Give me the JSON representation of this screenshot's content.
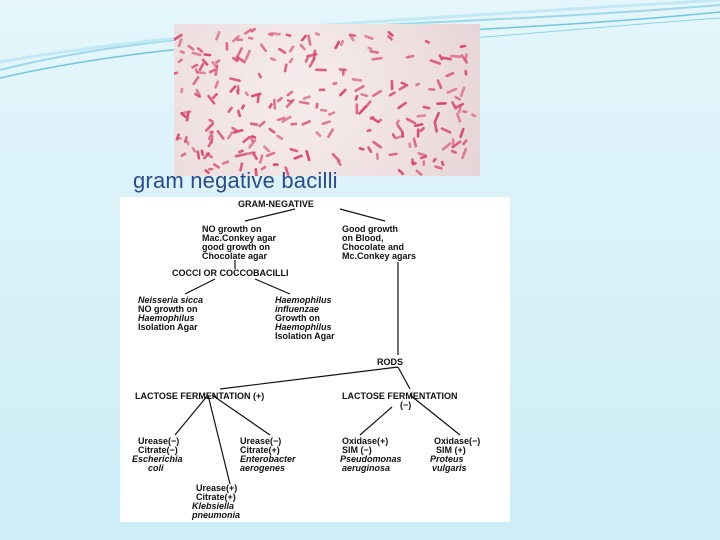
{
  "slide": {
    "caption": "gram negative bacilli"
  },
  "flowchart": {
    "root": "GRAM-NEGATIVE",
    "left_branch": [
      "NO growth on",
      "Mac.Conkey agar",
      "good growth on",
      "Chocolate agar"
    ],
    "right_branch": [
      "Good growth",
      "on Blood,",
      "Chocolate and",
      "Mc.Conkey agars"
    ],
    "cocci_label": "COCCI OR COCCOBACILLI",
    "neisseria": [
      "Neisseria sicca",
      "NO growth on",
      "Haemophilus",
      "Isolation Agar"
    ],
    "haemophilus": [
      "Haemophilus",
      "influenzae",
      "Growth on",
      "Haemophilus",
      "Isolation Agar"
    ],
    "rods": "RODS",
    "lactose_pos": "LACTOSE FERMENTATION (+)",
    "lactose_neg": "LACTOSE FERMENTATION",
    "lactose_neg_sign": "(−)",
    "ecoli": [
      "Urease(−)",
      "Citrate(−)",
      "Escherichia",
      "coli"
    ],
    "enterobacter": [
      "Urease(−)",
      "Citrate(+)",
      "Enterobacter",
      "aerogenes"
    ],
    "klebsiella": [
      "Urease(+)",
      "Citrate(+)",
      "Klebsiella",
      "pneumonia"
    ],
    "pseudomonas": [
      "Oxidase(+)",
      "SIM (−)",
      "Pseudomonas",
      "aeruginosa"
    ],
    "proteus": [
      "Oxidase(−)",
      "SIM (+)",
      "Proteus",
      "vulgaris"
    ]
  },
  "colors": {
    "stain": "#d94a6e",
    "caption": "#2c4a8c",
    "swoosh": "#6fc6e0"
  }
}
